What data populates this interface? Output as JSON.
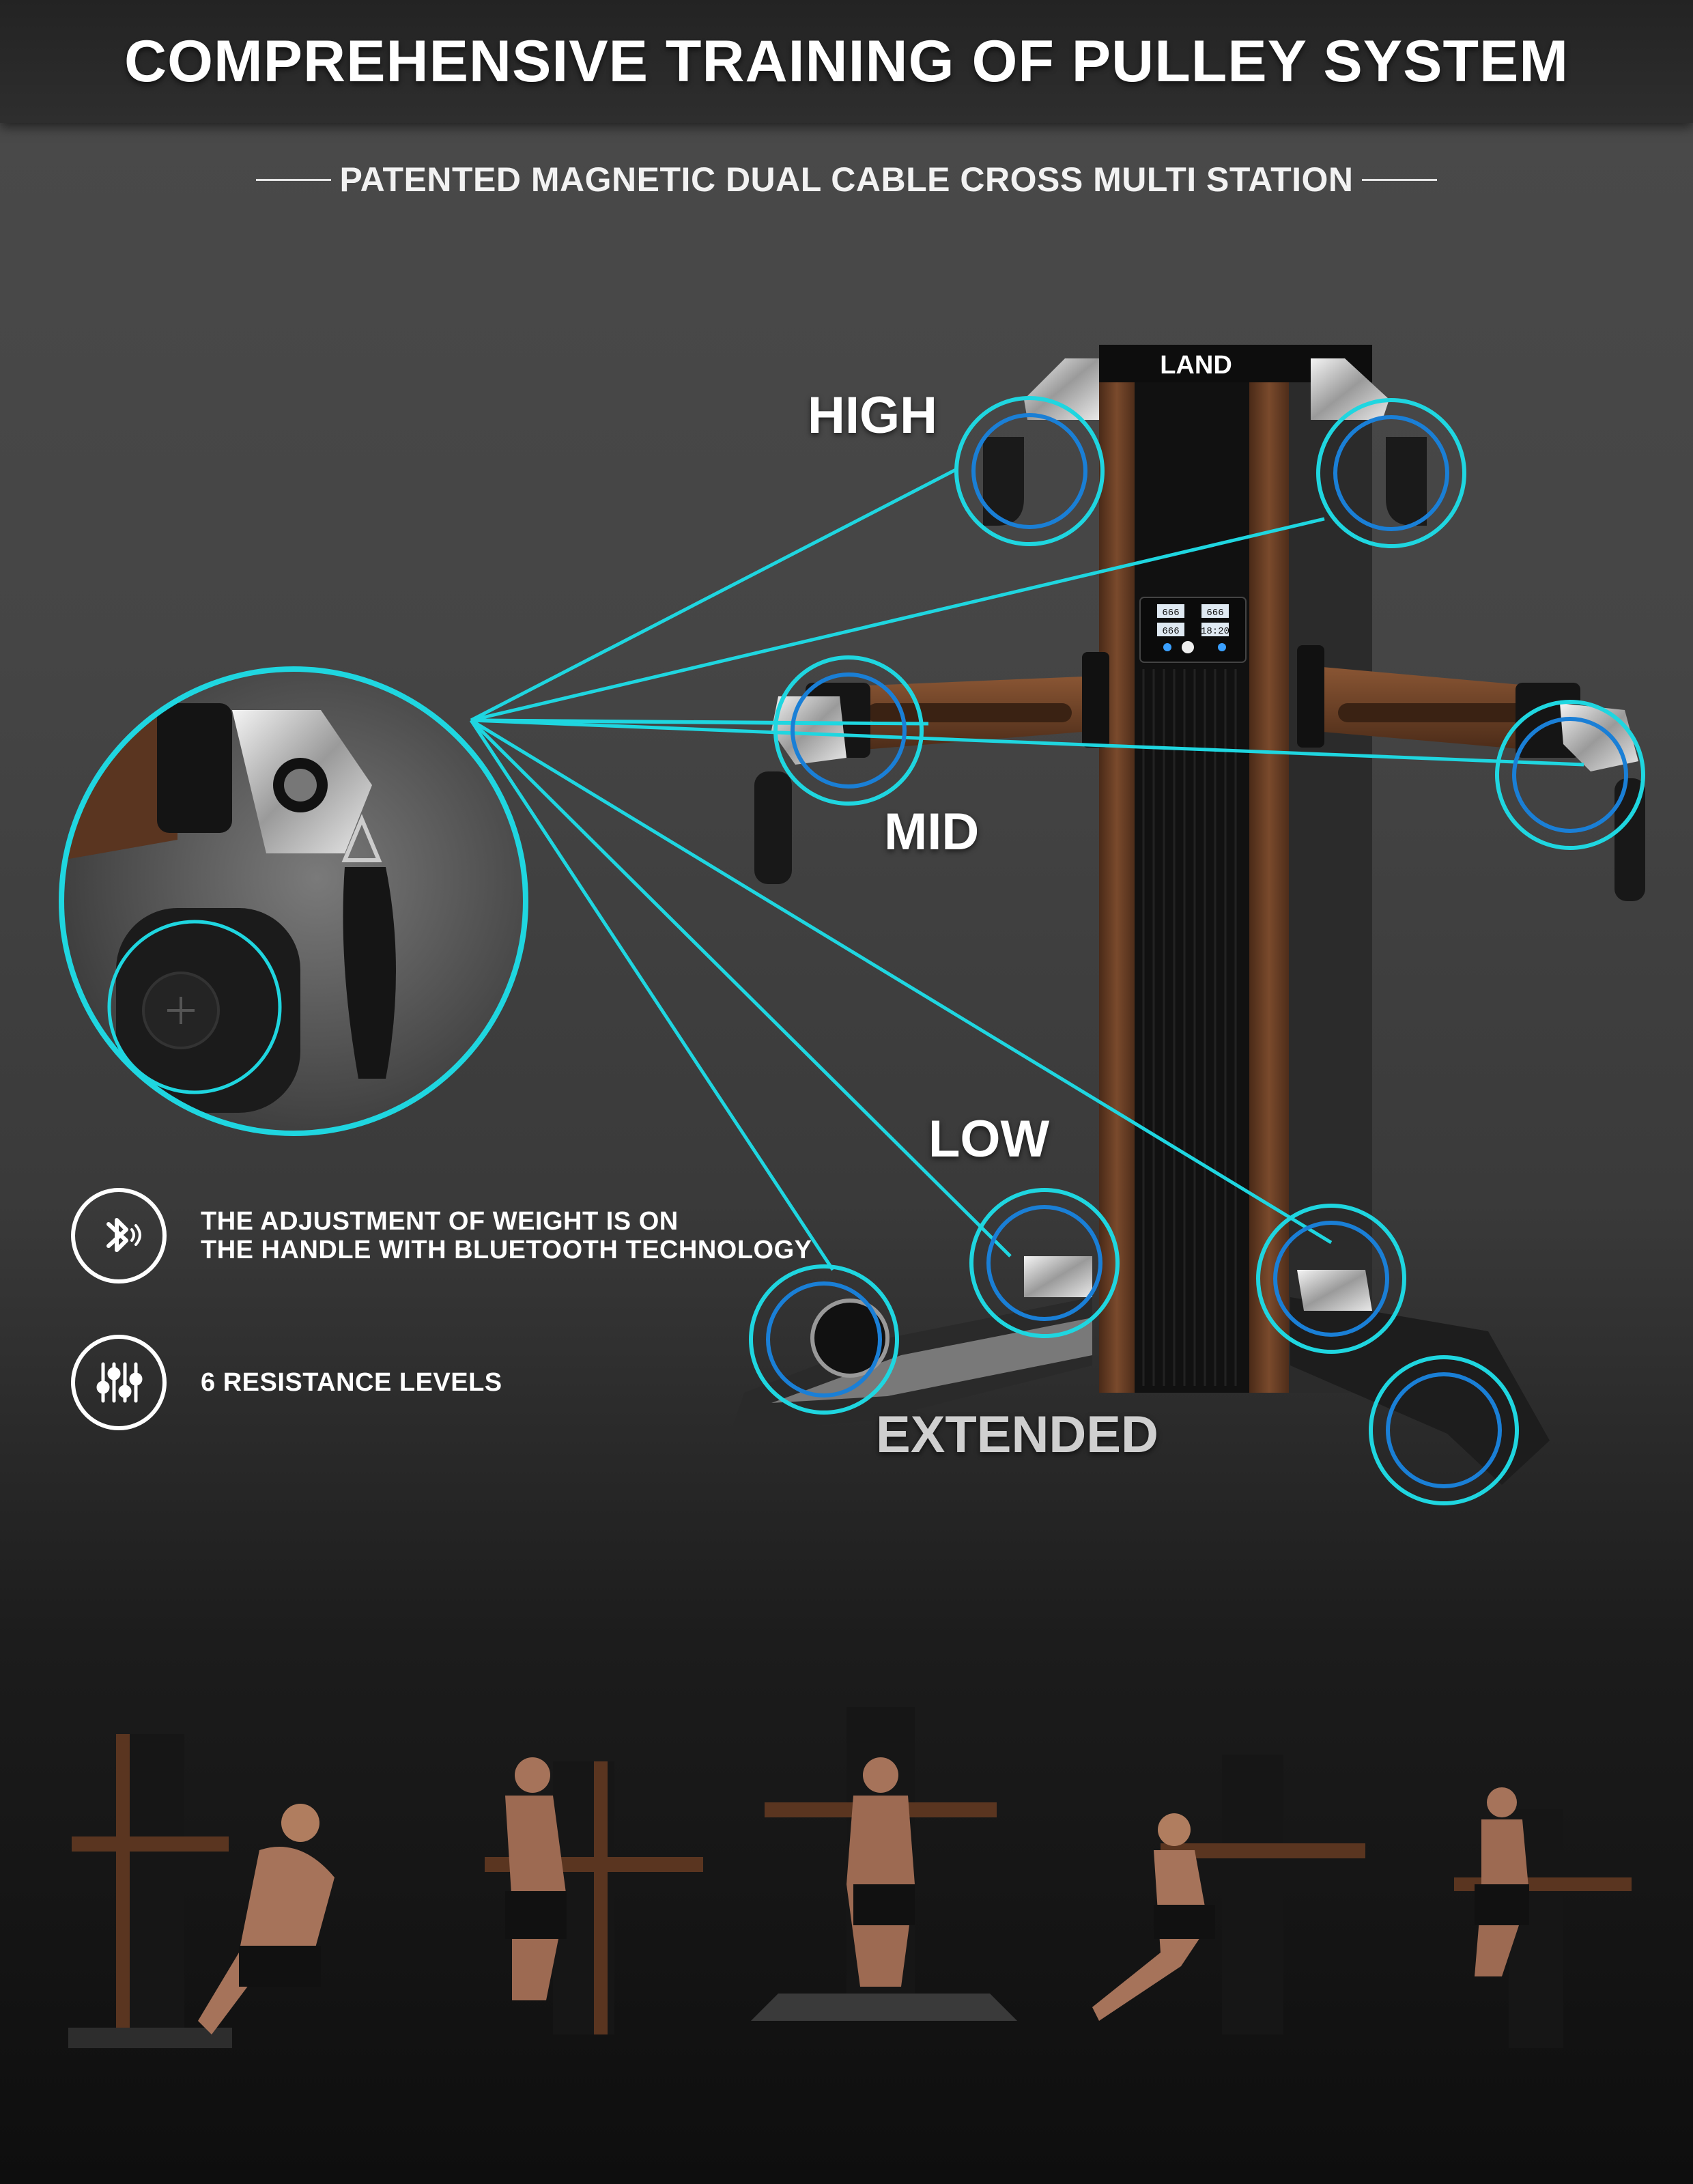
{
  "header": {
    "title": "COMPREHENSIVE TRAINING OF PULLEY SYSTEM",
    "subtitle": "PATENTED MAGNETIC DUAL CABLE CROSS MULTI STATION"
  },
  "machine": {
    "brand": "LAND",
    "console_readouts": [
      "666",
      "666",
      "666",
      "18:20"
    ]
  },
  "positions": {
    "high": "HIGH",
    "mid": "MID",
    "low": "LOW",
    "extended": "EXTENDED"
  },
  "features": [
    {
      "icon": "bluetooth-icon",
      "line1": "THE ADJUSTMENT OF WEIGHT IS ON",
      "line2": "THE HANDLE WITH BLUETOOTH TECHNOLOGY"
    },
    {
      "icon": "sliders-icon",
      "line1": "6 RESISTANCE LEVELS"
    }
  ],
  "colors": {
    "accent": "#1fd6e0",
    "accent_dark": "#1a7fd6",
    "wood": "#6a3f26",
    "background": "#454545"
  }
}
